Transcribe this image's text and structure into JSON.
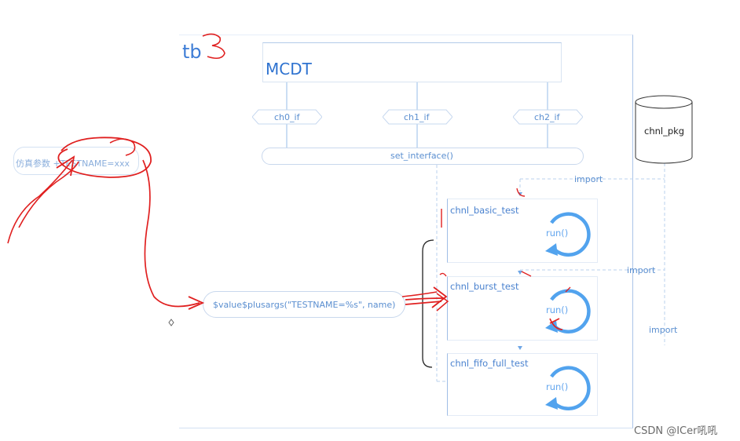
{
  "tb": {
    "label": "tb"
  },
  "mcdt": {
    "label": "MCDT"
  },
  "interfaces": [
    {
      "label": "ch0_if"
    },
    {
      "label": "ch1_if"
    },
    {
      "label": "ch2_if"
    }
  ],
  "set_interface": {
    "label": "set_interface()"
  },
  "package": {
    "label": "chnl_pkg"
  },
  "imports": [
    {
      "label": "import"
    },
    {
      "label": "import"
    },
    {
      "label": "import"
    }
  ],
  "tests": [
    {
      "label": "chnl_basic_test",
      "run_label": "run()"
    },
    {
      "label": "chnl_burst_test",
      "run_label": "run()"
    },
    {
      "label": "chnl_fifo_full_test",
      "run_label": "run()"
    }
  ],
  "plusargs": {
    "label": "$value$plusargs(\"TESTNAME=%s\", name)"
  },
  "sim_args": {
    "label": "仿真参数 +TESTNAME=xxx"
  },
  "watermark": {
    "label": "CSDN @ICer吼吼"
  },
  "colors": {
    "blue_line": "#a8c7ec",
    "blue_text": "#4a82cf",
    "run_arrow": "#52a3ee",
    "annotation_red": "#e02020"
  }
}
